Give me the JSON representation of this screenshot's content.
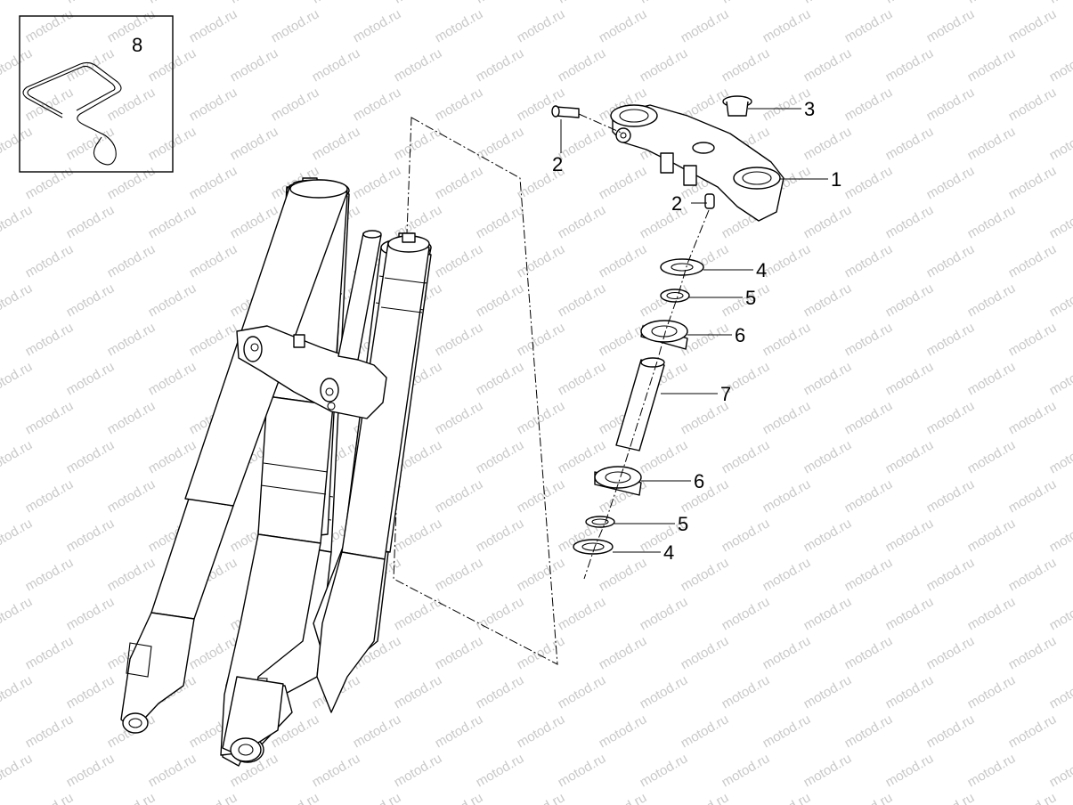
{
  "watermark": {
    "text": "motod.ru"
  },
  "callouts": {
    "c1": "1",
    "c2a": "2",
    "c2b": "2",
    "c3": "3",
    "c4a": "4",
    "c4b": "4",
    "c5a": "5",
    "c5b": "5",
    "c6a": "6",
    "c6b": "6",
    "c7": "7",
    "c8": "8"
  },
  "colors": {
    "line": "#000000",
    "watermark": "#c9c9c9",
    "background": "#ffffff"
  }
}
